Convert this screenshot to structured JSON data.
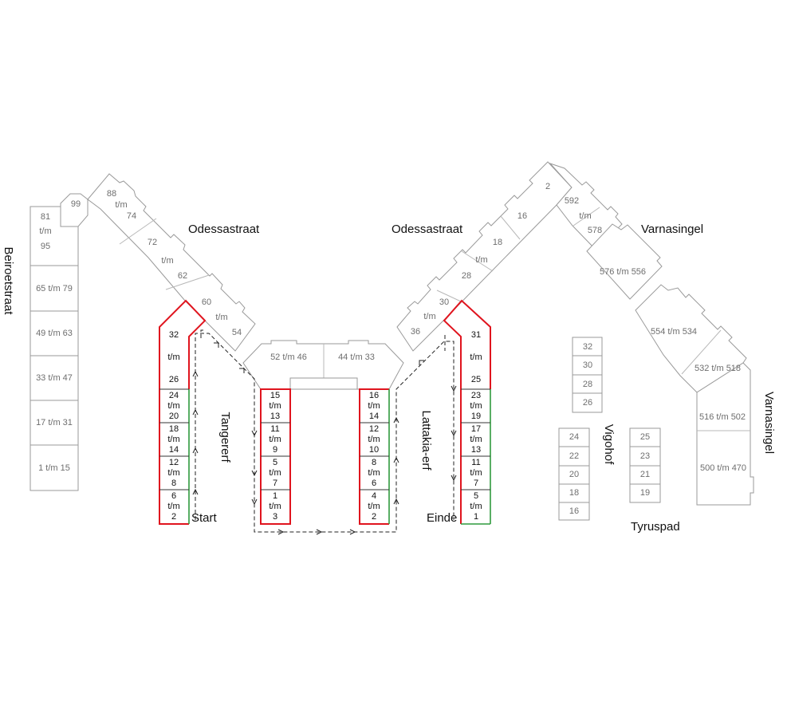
{
  "streets": {
    "odessa_left": "Odessastraat",
    "odessa_right": "Odessastraat",
    "varnasingel_top": "Varnasingel",
    "varnasingel_right": "Varnasingel",
    "beiroetstraat": "Beiroetstraat",
    "tangererf": "Tangererf",
    "lattakia_erf": "Lattakia-erf",
    "vigohof": "Vigohof",
    "tyruspad": "Tyruspad"
  },
  "route": {
    "start": "Start",
    "end": "Einde"
  },
  "beiroet_blocks": [
    "65 t/m 79",
    "49 t/m 63",
    "33 t/m 47",
    "17 t/m 31",
    "1 t/m 15"
  ],
  "beiroet_top": {
    "a": "81",
    "b": "t/m",
    "c": "95"
  },
  "left_wing": {
    "n99": "99",
    "n88": "88",
    "tm1": "t/m",
    "n74": "74",
    "n72": "72",
    "tm2": "t/m",
    "n62": "62",
    "n60": "60",
    "tm3": "t/m",
    "n54": "54"
  },
  "middle": {
    "left": "52 t/m 46",
    "right": "44 t/m 33"
  },
  "right_wing": {
    "n2": "2",
    "n16": "16",
    "n18": "18",
    "tm1": "t/m",
    "n28": "28",
    "n30": "30",
    "tm2": "t/m",
    "n36": "36",
    "n592": "592",
    "tm3": "t/m",
    "n578": "578",
    "n576_556": "576 t/m 556"
  },
  "varna_blocks": {
    "b554_534": "554 t/m 534",
    "b532_518": "532 t/m 518",
    "b516_502": "516 t/m 502",
    "b500_470": "500 t/m 470"
  },
  "col1": {
    "top": {
      "a": "32",
      "b": "t/m",
      "c": "26"
    },
    "rows": [
      [
        "24",
        "t/m",
        "20"
      ],
      [
        "18",
        "t/m",
        "14"
      ],
      [
        "12",
        "t/m",
        "8"
      ],
      [
        "6",
        "t/m",
        "2"
      ]
    ]
  },
  "col2": {
    "rows": [
      [
        "15",
        "t/m",
        "13"
      ],
      [
        "11",
        "t/m",
        "9"
      ],
      [
        "5",
        "t/m",
        "7"
      ],
      [
        "1",
        "t/m",
        "3"
      ]
    ]
  },
  "col3": {
    "rows": [
      [
        "16",
        "t/m",
        "14"
      ],
      [
        "12",
        "t/m",
        "10"
      ],
      [
        "8",
        "t/m",
        "6"
      ],
      [
        "4",
        "t/m",
        "2"
      ]
    ]
  },
  "col4": {
    "top": {
      "a": "31",
      "b": "t/m",
      "c": "25"
    },
    "rows": [
      [
        "23",
        "t/m",
        "19"
      ],
      [
        "17",
        "t/m",
        "13"
      ],
      [
        "11",
        "t/m",
        "7"
      ],
      [
        "5",
        "t/m",
        "1"
      ]
    ]
  },
  "vigohof_blocks": [
    "32",
    "30",
    "28",
    "26"
  ],
  "tyrus_left": [
    "24",
    "22",
    "20",
    "18",
    "16"
  ],
  "tyrus_right": [
    "25",
    "23",
    "21",
    "19"
  ]
}
